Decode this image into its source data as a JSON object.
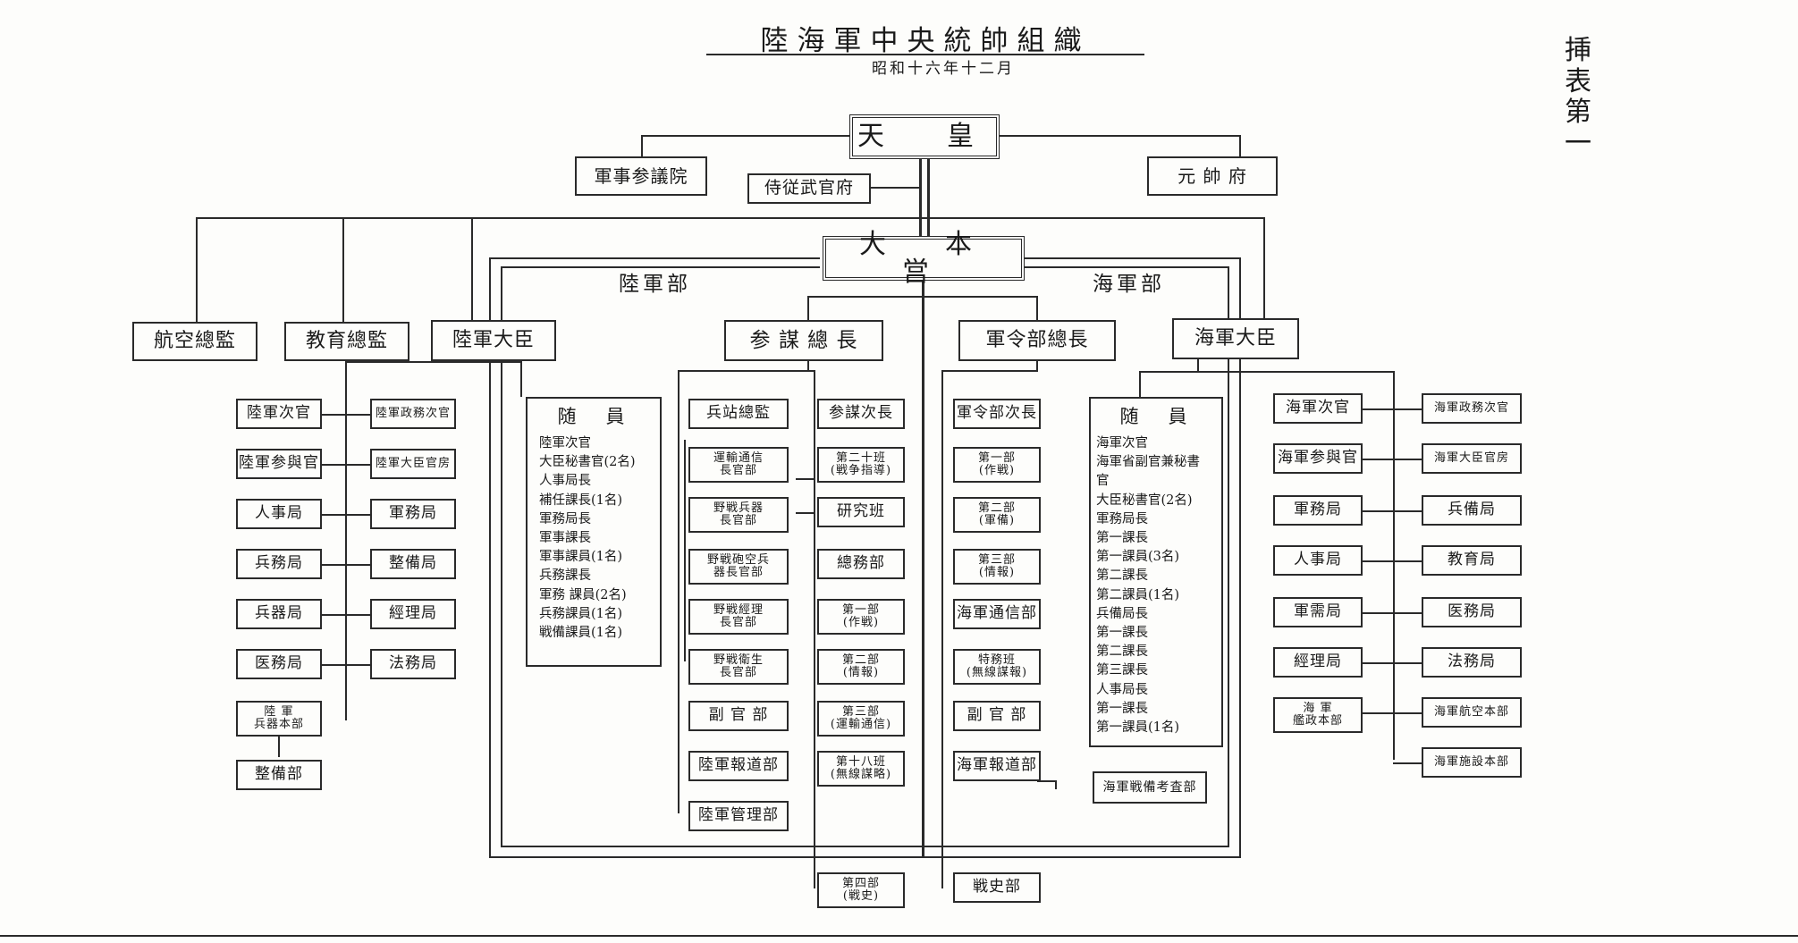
{
  "title": "陸海軍中央統帥組織",
  "date": "昭和十六年十二月",
  "appendix_label": "挿表第一",
  "sections": {
    "army": "陸軍部",
    "navy": "海軍部"
  },
  "top": {
    "emperor": "天　皇",
    "military_council": "軍事参議院",
    "aide_office": "侍従武官府",
    "marshals_office": "元 帥 府",
    "imperial_hq": "大　本　営"
  },
  "army": {
    "aviation_inspector": "航空總監",
    "education_inspector": "教育總監",
    "minister": "陸軍大臣",
    "chief_of_staff": "参 謀 總 長",
    "ministry_left": [
      "陸軍次官",
      "陸軍参與官",
      "人事局",
      "兵務局",
      "兵器局",
      "医務局",
      "陸 軍\n兵器本部",
      "整備部"
    ],
    "ministry_right": [
      "陸軍政務次官",
      "陸軍大臣官房",
      "軍務局",
      "整備局",
      "經理局",
      "法務局"
    ],
    "attendants": {
      "header": "随　員",
      "items": [
        "陸軍次官",
        "大臣秘書官(2名)",
        "人事局長",
        "補任課長(1名)",
        "軍務局長",
        "軍事課長",
        "軍事課員(1名)",
        "兵務課長",
        "軍務 課員(2名)",
        "兵務課員(1名)",
        "戦備課員(1名)"
      ]
    },
    "staff_left": [
      "兵站總監",
      "運輸通信\n長官部",
      "野戦兵器\n長官部",
      "野戦砲空兵\n器長官部",
      "野戦經理\n長官部",
      "野戦衛生\n長官部",
      "副 官 部",
      "陸軍報道部",
      "陸軍管理部"
    ],
    "staff_right": [
      "参謀次長",
      "第二十班\n(戦争指導)",
      "研究班",
      "總務部",
      "第一部\n(作戦)",
      "第二部\n(情報)",
      "第三部\n(運輸通信)",
      "第十八班\n(無線謀略)",
      "第四部\n(戦史)"
    ]
  },
  "navy": {
    "chief_of_general_staff": "軍令部總長",
    "minister": "海軍大臣",
    "general_staff": [
      "軍令部次長",
      "第一部\n(作戦)",
      "第二部\n(軍備)",
      "第三部\n(情報)",
      "海軍通信部",
      "特務班\n(無線謀報)",
      "副 官 部",
      "海軍報道部",
      "戦史部"
    ],
    "press_sub": "海軍戦備考査部",
    "attendants": {
      "header": "随　員",
      "items": [
        "海軍次官",
        "海軍省副官兼秘書官",
        "大臣秘書官(2名)",
        "軍務局長",
        "第一課長",
        "第一課員(3名)",
        "第二課長",
        "第二課員(1名)",
        "兵備局長",
        "第一課長",
        "第二課長",
        "第三課長",
        "人事局長",
        "第一課長",
        "第一課員(1名)"
      ]
    },
    "ministry_left": [
      "海軍次官",
      "海軍参與官",
      "軍務局",
      "人事局",
      "軍需局",
      "經理局",
      "海 軍\n艦政本部"
    ],
    "ministry_right": [
      "海軍政務次官",
      "海軍大臣官房",
      "兵備局",
      "教育局",
      "医務局",
      "法務局",
      "海軍航空本部",
      "海軍施設本部"
    ]
  }
}
